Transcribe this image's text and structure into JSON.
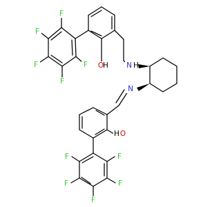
{
  "colors": {
    "bond": "#000000",
    "fluorine": "#33cc33",
    "oxygen": "#e00000",
    "nitrogen": "#2a2ad8",
    "hydrogen": "#000000",
    "background": "#ffffff"
  },
  "labels": {
    "f_top_left": "F",
    "f_top_center": "F",
    "f_left_upper": "F",
    "f_left_lower": "F",
    "f_bottom_upper": "F",
    "oh_upper_o": "O",
    "oh_upper_h": "H",
    "nh_n": "N",
    "nh_h": "H",
    "imine_n": "N",
    "oh_lower_o": "O",
    "oh_lower_h": "H",
    "f_lower_1": "F",
    "f_lower_2": "F",
    "f_lower_3": "F",
    "f_lower_4": "F",
    "f_lower_5": "F"
  }
}
